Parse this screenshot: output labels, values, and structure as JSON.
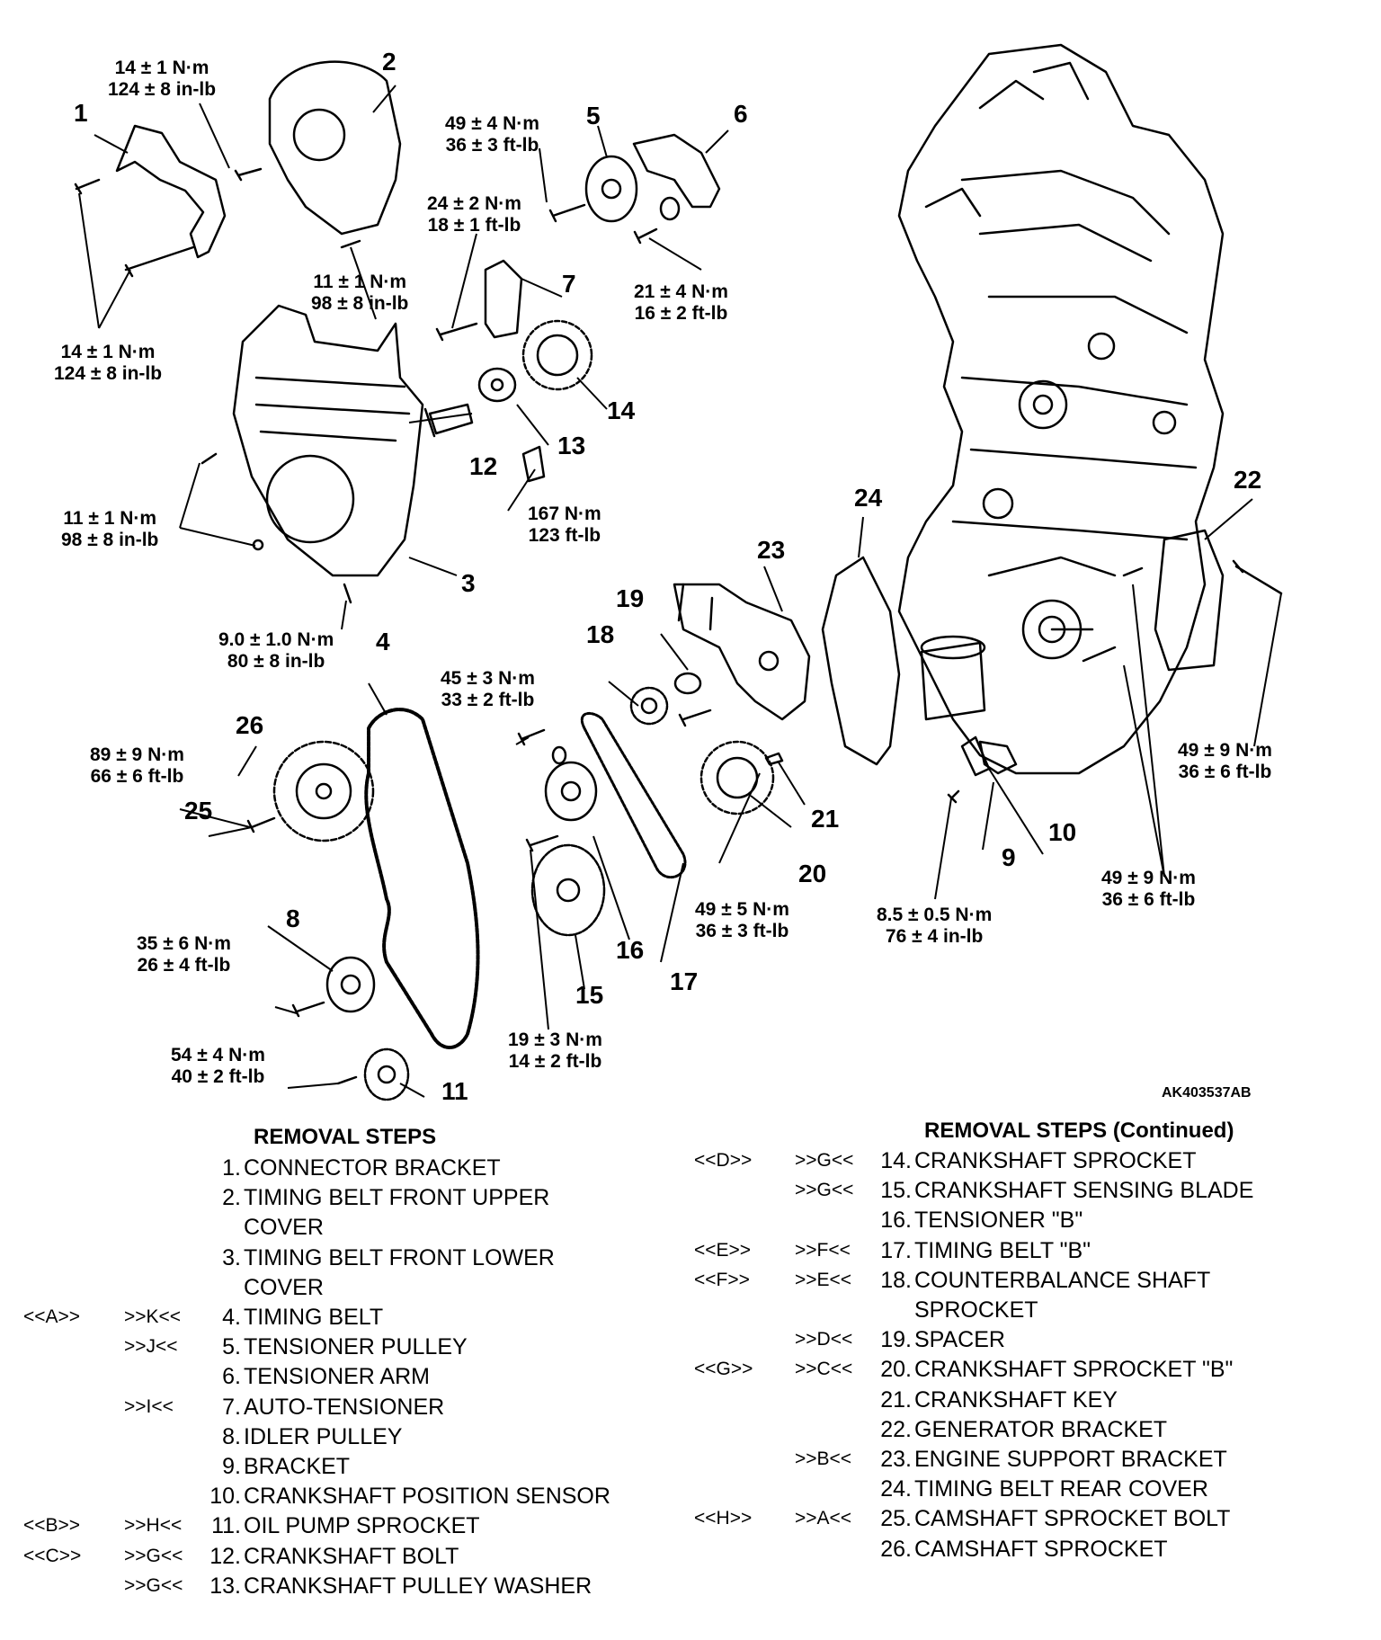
{
  "figure_code": "AK403537AB",
  "torque_labels": {
    "t_top_left": [
      "14 ± 1 N·m",
      "124 ± 8 in-lb"
    ],
    "t_mid_left": [
      "14 ± 1 N·m",
      "124 ± 8 in-lb"
    ],
    "t_upper_cover": [
      "11 ± 1 N·m",
      "98 ± 8 in-lb"
    ],
    "t_lower_cover_left": [
      "11 ± 1 N·m",
      "98 ± 8 in-lb"
    ],
    "t_lower_cover_bottom": [
      "9.0 ± 1.0 N·m",
      "80 ± 8 in-lb"
    ],
    "t_tensioner_pulley": [
      "49 ± 4 N·m",
      "36 ± 3 ft-lb"
    ],
    "t_auto_tensioner": [
      "24 ± 2 N·m",
      "18 ± 1 ft-lb"
    ],
    "t_tensioner_arm": [
      "21 ± 4 N·m",
      "16 ± 2 ft-lb"
    ],
    "t_crank_bolt": [
      "167 N·m",
      "123 ft-lb"
    ],
    "t_cam_bolt": [
      "89 ± 9 N·m",
      "66 ± 6 ft-lb"
    ],
    "t_tensioner_b": [
      "45 ± 3 N·m",
      "33 ± 2 ft-lb"
    ],
    "t_idler": [
      "35 ± 6 N·m",
      "26 ± 4 ft-lb"
    ],
    "t_oil_pump": [
      "54 ± 4 N·m",
      "40 ± 2 ft-lb"
    ],
    "t_sensing": [
      "19 ± 3 N·m",
      "14 ± 2 ft-lb"
    ],
    "t_support": [
      "49 ± 5 N·m",
      "36 ± 3 ft-lb"
    ],
    "t_sensor": [
      "8.5 ± 0.5 N·m",
      "76 ± 4 in-lb"
    ],
    "t_gen_right": [
      "49 ± 9 N·m",
      "36 ± 6 ft-lb"
    ],
    "t_gen_bottom": [
      "49 ± 9 N·m",
      "36 ± 6 ft-lb"
    ]
  },
  "callouts": [
    "1",
    "2",
    "3",
    "4",
    "5",
    "6",
    "7",
    "8",
    "9",
    "10",
    "11",
    "12",
    "13",
    "14",
    "15",
    "16",
    "17",
    "18",
    "19",
    "20",
    "21",
    "22",
    "23",
    "24",
    "25",
    "26"
  ],
  "removal_steps": {
    "title": "REMOVAL STEPS",
    "items": [
      {
        "c1": "",
        "c2": "",
        "n": "1.",
        "t": "CONNECTOR BRACKET"
      },
      {
        "c1": "",
        "c2": "",
        "n": "2.",
        "t": "TIMING BELT FRONT UPPER"
      },
      {
        "c1": "",
        "c2": "",
        "n": "",
        "t": "COVER"
      },
      {
        "c1": "",
        "c2": "",
        "n": "3.",
        "t": "TIMING BELT FRONT LOWER"
      },
      {
        "c1": "",
        "c2": "",
        "n": "",
        "t": "COVER"
      },
      {
        "c1": "<<A>>",
        "c2": ">>K<<",
        "n": "4.",
        "t": "TIMING BELT"
      },
      {
        "c1": "",
        "c2": ">>J<<",
        "n": "5.",
        "t": "TENSIONER PULLEY"
      },
      {
        "c1": "",
        "c2": "",
        "n": "6.",
        "t": "TENSIONER ARM"
      },
      {
        "c1": "",
        "c2": ">>I<<",
        "n": "7.",
        "t": "AUTO-TENSIONER"
      },
      {
        "c1": "",
        "c2": "",
        "n": "8.",
        "t": "IDLER PULLEY"
      },
      {
        "c1": "",
        "c2": "",
        "n": "9.",
        "t": "BRACKET"
      },
      {
        "c1": "",
        "c2": "",
        "n": "10.",
        "t": "CRANKSHAFT POSITION SENSOR"
      },
      {
        "c1": "<<B>>",
        "c2": ">>H<<",
        "n": "11.",
        "t": "OIL PUMP SPROCKET"
      },
      {
        "c1": "<<C>>",
        "c2": ">>G<<",
        "n": "12.",
        "t": "CRANKSHAFT BOLT"
      },
      {
        "c1": "",
        "c2": ">>G<<",
        "n": "13.",
        "t": "CRANKSHAFT PULLEY WASHER"
      }
    ]
  },
  "removal_steps_continued": {
    "title": "REMOVAL STEPS (Continued)",
    "items": [
      {
        "c1": "<<D>>",
        "c2": ">>G<<",
        "n": "14.",
        "t": "CRANKSHAFT SPROCKET"
      },
      {
        "c1": "",
        "c2": ">>G<<",
        "n": "15.",
        "t": "CRANKSHAFT SENSING BLADE"
      },
      {
        "c1": "",
        "c2": "",
        "n": "16.",
        "t": "TENSIONER \"B\""
      },
      {
        "c1": "<<E>>",
        "c2": ">>F<<",
        "n": "17.",
        "t": "TIMING BELT \"B\""
      },
      {
        "c1": "<<F>>",
        "c2": ">>E<<",
        "n": "18.",
        "t": "COUNTERBALANCE SHAFT"
      },
      {
        "c1": "",
        "c2": "",
        "n": "",
        "t": "SPROCKET"
      },
      {
        "c1": "",
        "c2": ">>D<<",
        "n": "19.",
        "t": "SPACER"
      },
      {
        "c1": "<<G>>",
        "c2": ">>C<<",
        "n": "20.",
        "t": "CRANKSHAFT SPROCKET \"B\""
      },
      {
        "c1": "",
        "c2": "",
        "n": "21.",
        "t": "CRANKSHAFT KEY"
      },
      {
        "c1": "",
        "c2": "",
        "n": "22.",
        "t": "GENERATOR BRACKET"
      },
      {
        "c1": "",
        "c2": ">>B<<",
        "n": "23.",
        "t": "ENGINE SUPPORT BRACKET"
      },
      {
        "c1": "",
        "c2": "",
        "n": "24.",
        "t": "TIMING BELT REAR COVER"
      },
      {
        "c1": "<<H>>",
        "c2": ">>A<<",
        "n": "25.",
        "t": "CAMSHAFT SPROCKET BOLT"
      },
      {
        "c1": "",
        "c2": "",
        "n": "26.",
        "t": "CAMSHAFT SPROCKET"
      }
    ]
  }
}
